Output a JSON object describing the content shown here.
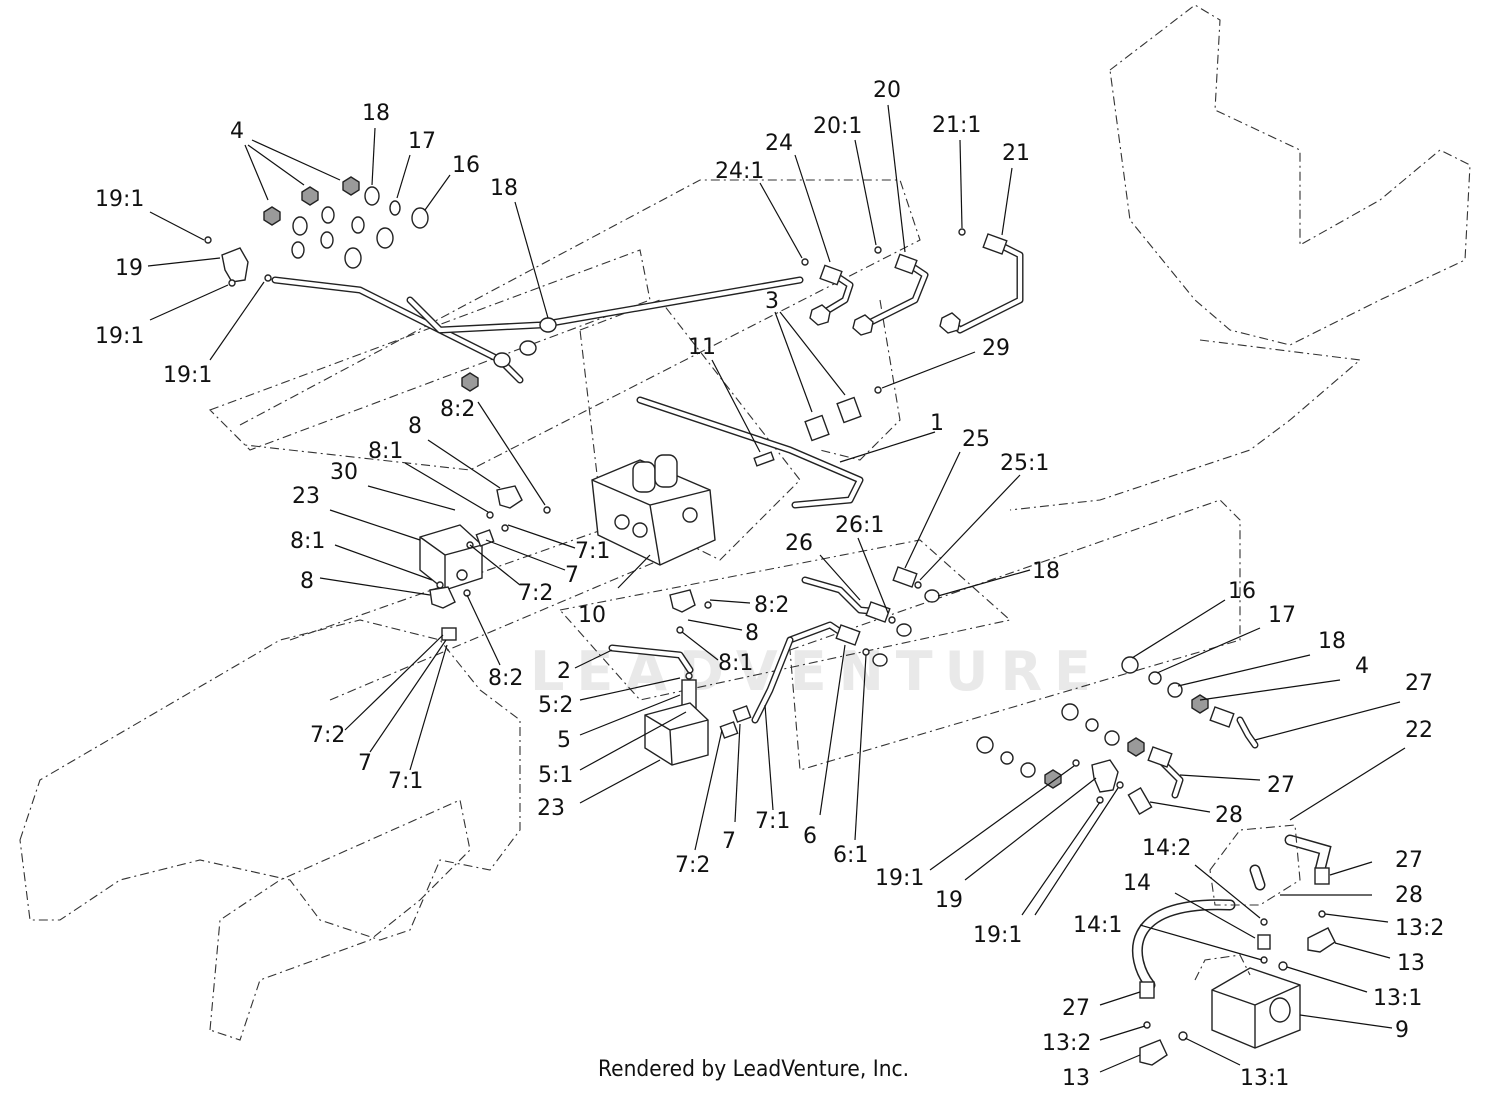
{
  "footer": {
    "text": "Rendered by LeadVenture, Inc."
  },
  "watermark": {
    "text": "LEADVENTURE"
  },
  "callouts": [
    {
      "id": "c-4-top",
      "label": "4"
    },
    {
      "id": "c-18-top",
      "label": "18"
    },
    {
      "id": "c-17-top",
      "label": "17"
    },
    {
      "id": "c-16-top",
      "label": "16"
    },
    {
      "id": "c-18-mid",
      "label": "18"
    },
    {
      "id": "c-19-1-a",
      "label": "19:1"
    },
    {
      "id": "c-19-a",
      "label": "19"
    },
    {
      "id": "c-19-1-b",
      "label": "19:1"
    },
    {
      "id": "c-19-1-c",
      "label": "19:1"
    },
    {
      "id": "c-24-1",
      "label": "24:1"
    },
    {
      "id": "c-24",
      "label": "24"
    },
    {
      "id": "c-20-1",
      "label": "20:1"
    },
    {
      "id": "c-20",
      "label": "20"
    },
    {
      "id": "c-21-1",
      "label": "21:1"
    },
    {
      "id": "c-21",
      "label": "21"
    },
    {
      "id": "c-3",
      "label": "3"
    },
    {
      "id": "c-29",
      "label": "29"
    },
    {
      "id": "c-11",
      "label": "11"
    },
    {
      "id": "c-8-2-a",
      "label": "8:2"
    },
    {
      "id": "c-8-a",
      "label": "8"
    },
    {
      "id": "c-8-1-a",
      "label": "8:1"
    },
    {
      "id": "c-30",
      "label": "30"
    },
    {
      "id": "c-23-a",
      "label": "23"
    },
    {
      "id": "c-8-1-b",
      "label": "8:1"
    },
    {
      "id": "c-8-b",
      "label": "8"
    },
    {
      "id": "c-1",
      "label": "1"
    },
    {
      "id": "c-25",
      "label": "25"
    },
    {
      "id": "c-25-1",
      "label": "25:1"
    },
    {
      "id": "c-7-1-a",
      "label": "7:1"
    },
    {
      "id": "c-7-a",
      "label": "7"
    },
    {
      "id": "c-7-2-a",
      "label": "7:2"
    },
    {
      "id": "c-10",
      "label": "10"
    },
    {
      "id": "c-26-1",
      "label": "26:1"
    },
    {
      "id": "c-26",
      "label": "26"
    },
    {
      "id": "c-18-right",
      "label": "18"
    },
    {
      "id": "c-8-2-b",
      "label": "8:2"
    },
    {
      "id": "c-8-c",
      "label": "8"
    },
    {
      "id": "c-8-1-c",
      "label": "8:1"
    },
    {
      "id": "c-2",
      "label": "2"
    },
    {
      "id": "c-8-2-c",
      "label": "8:2"
    },
    {
      "id": "c-5-2",
      "label": "5:2"
    },
    {
      "id": "c-5",
      "label": "5"
    },
    {
      "id": "c-5-1",
      "label": "5:1"
    },
    {
      "id": "c-23-b",
      "label": "23"
    },
    {
      "id": "c-7-2-b",
      "label": "7:2"
    },
    {
      "id": "c-7-b",
      "label": "7"
    },
    {
      "id": "c-7-1-b",
      "label": "7:1"
    },
    {
      "id": "c-7-2-c",
      "label": "7:2"
    },
    {
      "id": "c-7-c",
      "label": "7"
    },
    {
      "id": "c-7-1-c",
      "label": "7:1"
    },
    {
      "id": "c-6",
      "label": "6"
    },
    {
      "id": "c-6-1",
      "label": "6:1"
    },
    {
      "id": "c-16-right",
      "label": "16"
    },
    {
      "id": "c-17-right",
      "label": "17"
    },
    {
      "id": "c-18-right2",
      "label": "18"
    },
    {
      "id": "c-4-right",
      "label": "4"
    },
    {
      "id": "c-27-a",
      "label": "27"
    },
    {
      "id": "c-22",
      "label": "22"
    },
    {
      "id": "c-27-b",
      "label": "27"
    },
    {
      "id": "c-28-a",
      "label": "28"
    },
    {
      "id": "c-19-1-d",
      "label": "19:1"
    },
    {
      "id": "c-19-b",
      "label": "19"
    },
    {
      "id": "c-19-1-e",
      "label": "19:1"
    },
    {
      "id": "c-14-2",
      "label": "14:2"
    },
    {
      "id": "c-27-c",
      "label": "27"
    },
    {
      "id": "c-28-b",
      "label": "28"
    },
    {
      "id": "c-14",
      "label": "14"
    },
    {
      "id": "c-13-2-a",
      "label": "13:2"
    },
    {
      "id": "c-14-1",
      "label": "14:1"
    },
    {
      "id": "c-13-a",
      "label": "13"
    },
    {
      "id": "c-13-1-a",
      "label": "13:1"
    },
    {
      "id": "c-27-d",
      "label": "27"
    },
    {
      "id": "c-9",
      "label": "9"
    },
    {
      "id": "c-13-2-b",
      "label": "13:2"
    },
    {
      "id": "c-13-b",
      "label": "13"
    },
    {
      "id": "c-13-1-b",
      "label": "13:1"
    }
  ]
}
